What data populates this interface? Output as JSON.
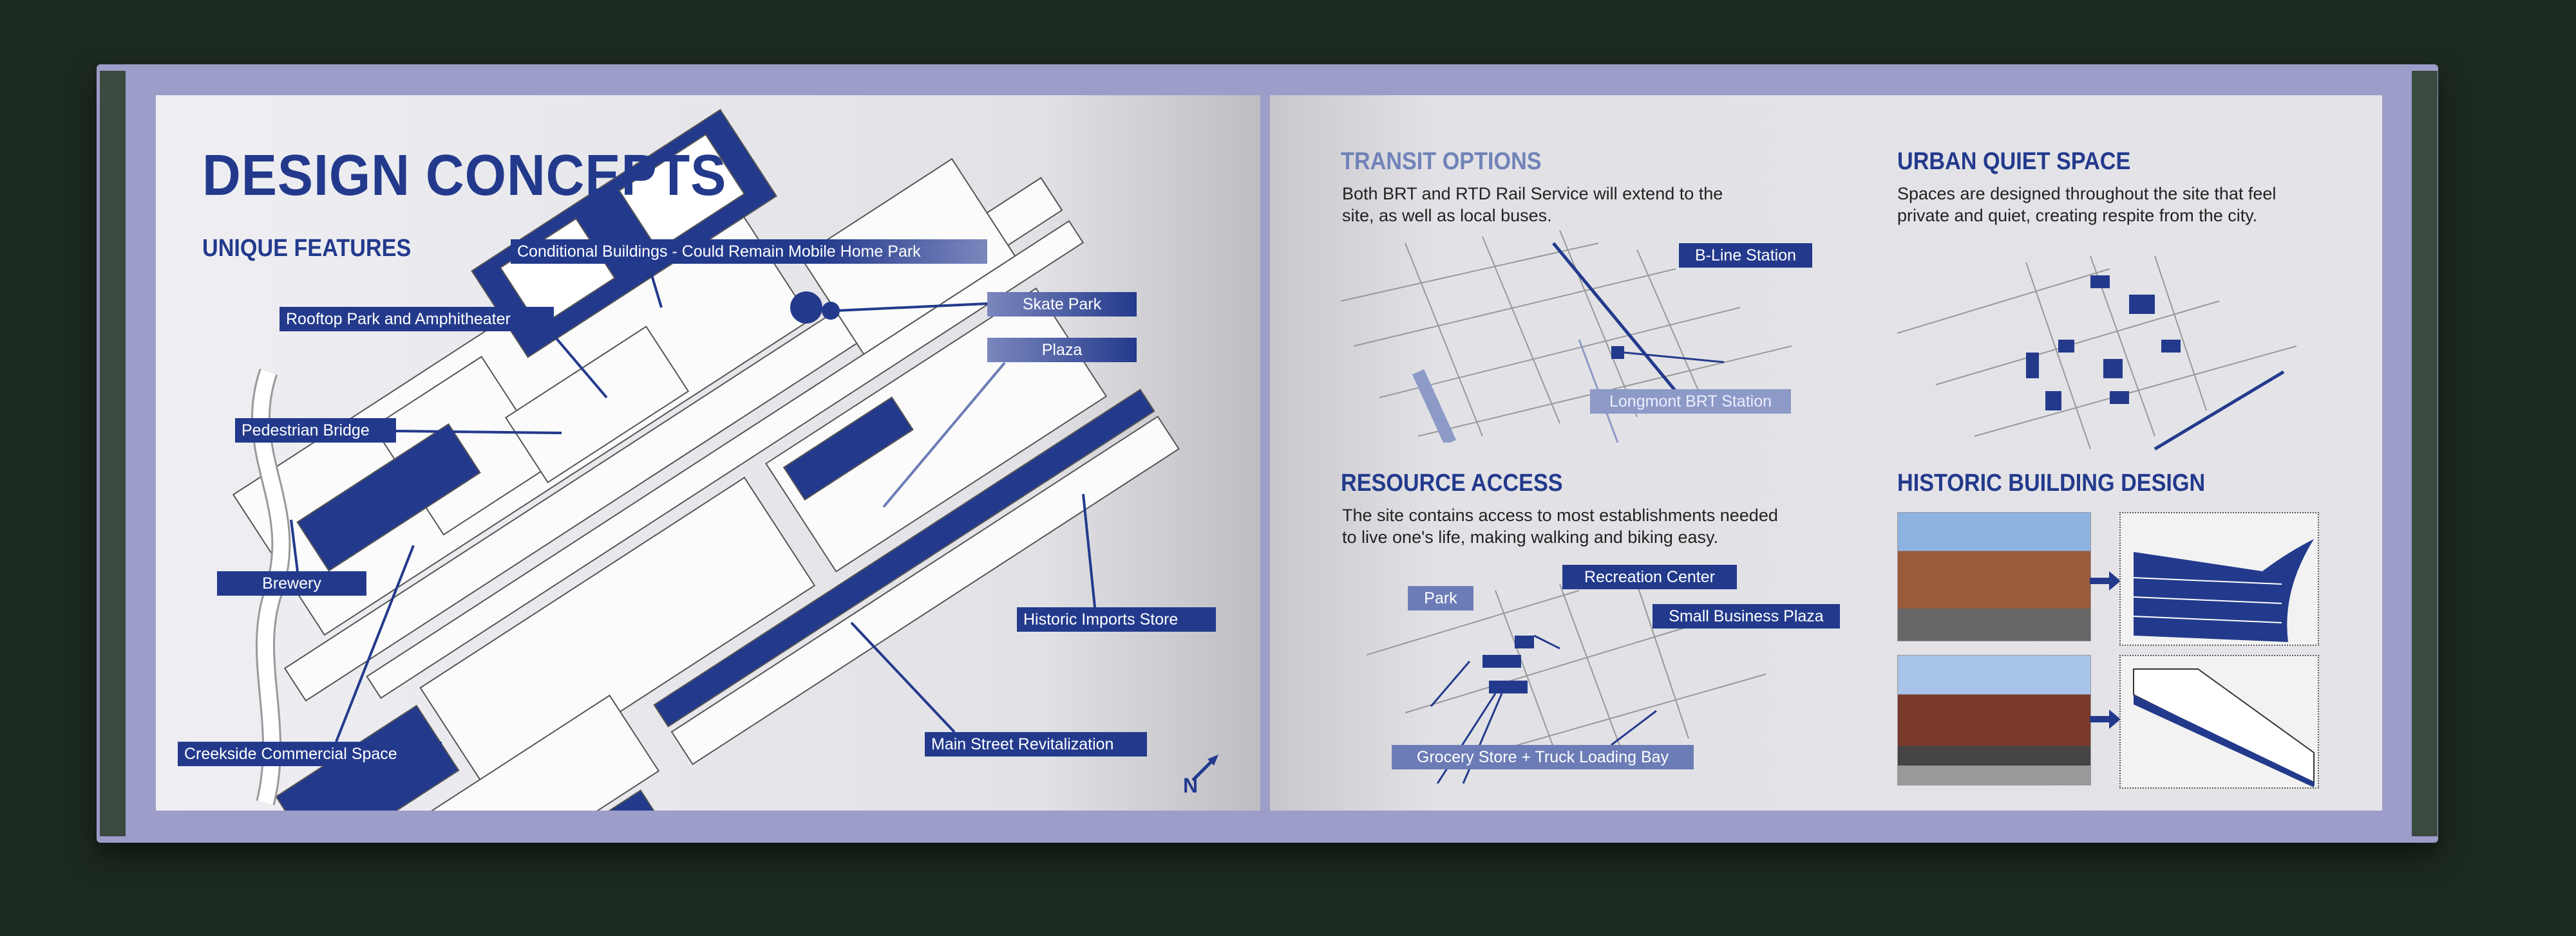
{
  "left_page": {
    "title": "DESIGN CONCEPTS",
    "subtitle": "UNIQUE FEATURES",
    "labels": {
      "conditional": "Conditional Buildings - Could Remain Mobile Home Park",
      "rooftop": "Rooftop Park and Amphitheater",
      "skate": "Skate Park",
      "plaza": "Plaza",
      "bridge": "Pedestrian Bridge",
      "brewery": "Brewery",
      "historic": "Historic Imports Store",
      "creekside": "Creekside Commercial Space",
      "mainstreet": "Main Street Revitalization"
    },
    "north": "N"
  },
  "right_page": {
    "transit": {
      "heading": "TRANSIT OPTIONS",
      "text": "Both BRT and RTD Rail Service will extend to the site, as well as local buses.",
      "labels": {
        "bline": "B-Line Station",
        "longmont": "Longmont BRT Station"
      }
    },
    "quiet": {
      "heading": "URBAN QUIET SPACE",
      "text": "Spaces are designed throughout the site that feel private and quiet, creating respite from the city."
    },
    "resource": {
      "heading": "RESOURCE ACCESS",
      "text": "The site contains access to most establishments needed to live one's life, making walking and biking easy.",
      "labels": {
        "rec": "Recreation Center",
        "park": "Park",
        "business": "Small Business Plaza",
        "grocery": "Grocery Store + Truck Loading Bay"
      }
    },
    "historic": {
      "heading": "HISTORIC BUILDING DESIGN"
    }
  },
  "colors": {
    "accent": "#233a8c",
    "cover": "#9d9dc9",
    "background": "#1c2920"
  }
}
